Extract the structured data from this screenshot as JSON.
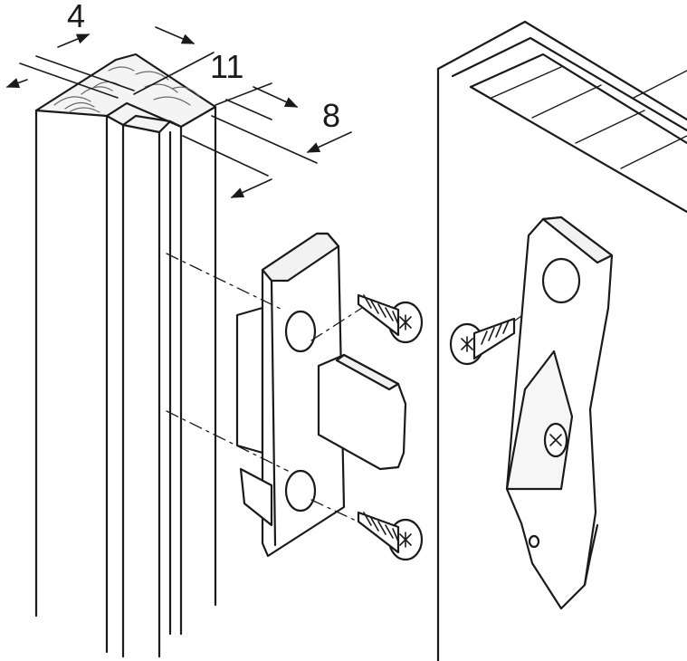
{
  "dimensions": {
    "groove_width": "4",
    "groove_offset": "11",
    "groove_depth": "8"
  }
}
